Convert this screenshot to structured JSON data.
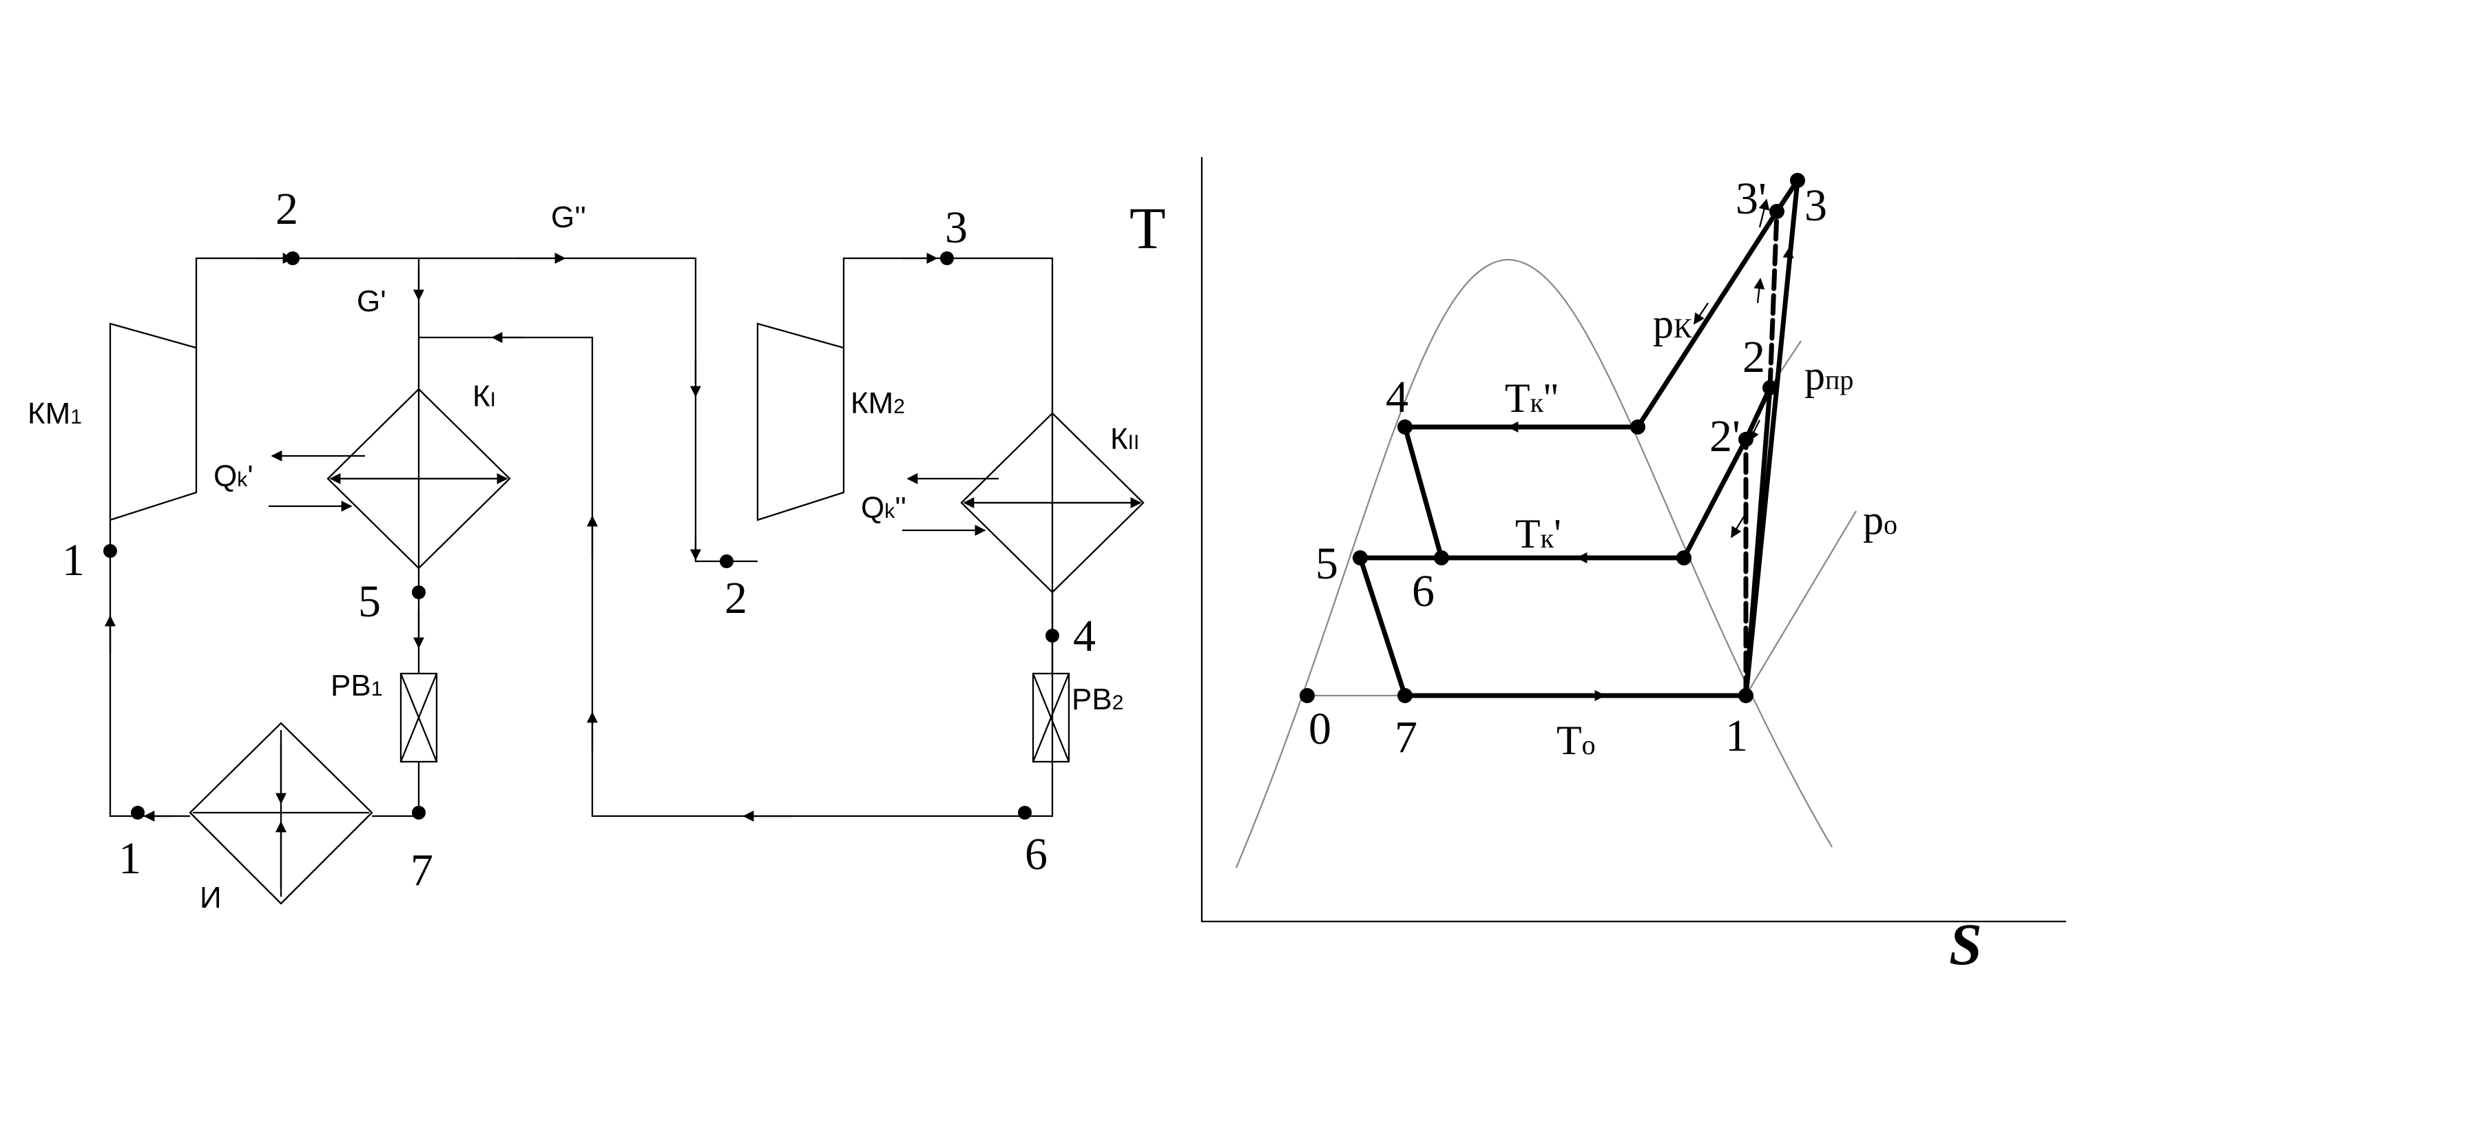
{
  "schematic": {
    "compressor_1": "КМ",
    "compressor_1_sub": "1",
    "compressor_2": "КМ",
    "compressor_2_sub": "2",
    "condenser_1": "К",
    "condenser_1_sub": "I",
    "condenser_2": "К",
    "condenser_2_sub": "II",
    "heat_1": "Q",
    "heat_1_sub": "k",
    "heat_1_mark": "'",
    "heat_2": "Q",
    "heat_2_sub": "k",
    "heat_2_mark": "''",
    "valve_1": "РВ",
    "valve_1_sub": "1",
    "valve_2": "РВ",
    "valve_2_sub": "2",
    "evaporator": "И",
    "flow_total": "G''",
    "flow_branch": "G'",
    "points": {
      "p1_left": "1",
      "p1_bottom": "1",
      "p2_top": "2",
      "p2_mid": "2",
      "p3": "3",
      "p4": "4",
      "p5": "5",
      "p6": "6",
      "p7": "7"
    }
  },
  "ts_diagram": {
    "axis_t": "T",
    "axis_s": "S",
    "p_cond": "p",
    "p_cond_sub": "К",
    "p_inter": "p",
    "p_inter_sub": "пр",
    "p_evap": "p",
    "p_evap_sub": "о",
    "t_cond_2": "Т",
    "t_cond_2_sub": "к",
    "t_cond_2_mark": "''",
    "t_cond_1": "Т",
    "t_cond_1_sub": "к",
    "t_cond_1_mark": "'",
    "t_evap": "Т",
    "t_evap_sub": "о",
    "points": {
      "p0": "0",
      "p1": "1",
      "p2": "2",
      "p2p": "2'",
      "p3": "3",
      "p3p": "3'",
      "p4": "4",
      "p5": "5",
      "p6": "6",
      "p7": "7"
    }
  }
}
